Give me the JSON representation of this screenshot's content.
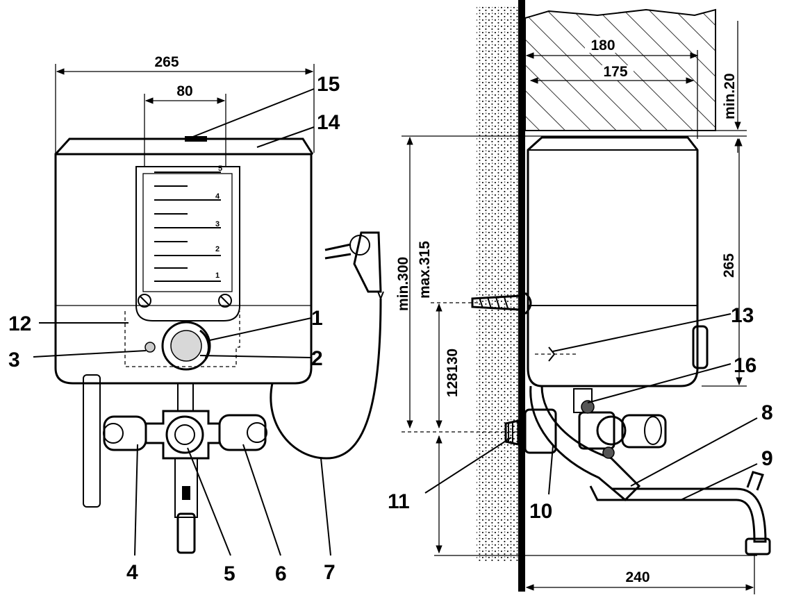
{
  "dimensions": {
    "front_width": "265",
    "window_width": "80",
    "wall_clearance_outer": "180",
    "wall_clearance_inner": "175",
    "top_clearance": "min.20",
    "height_min": "min.300",
    "height_max": "max.315",
    "side_height": "265",
    "anchor_height": "128130",
    "depth": "240"
  },
  "scale_marks": [
    "5",
    "4",
    "3",
    "2",
    "1"
  ],
  "callouts": {
    "c1": "1",
    "c2": "2",
    "c3": "3",
    "c4": "4",
    "c5": "5",
    "c6": "6",
    "c7": "7",
    "c8": "8",
    "c9": "9",
    "c10": "10",
    "c11": "11",
    "c12": "12",
    "c13": "13",
    "c14": "14",
    "c15": "15",
    "c16": "16"
  }
}
